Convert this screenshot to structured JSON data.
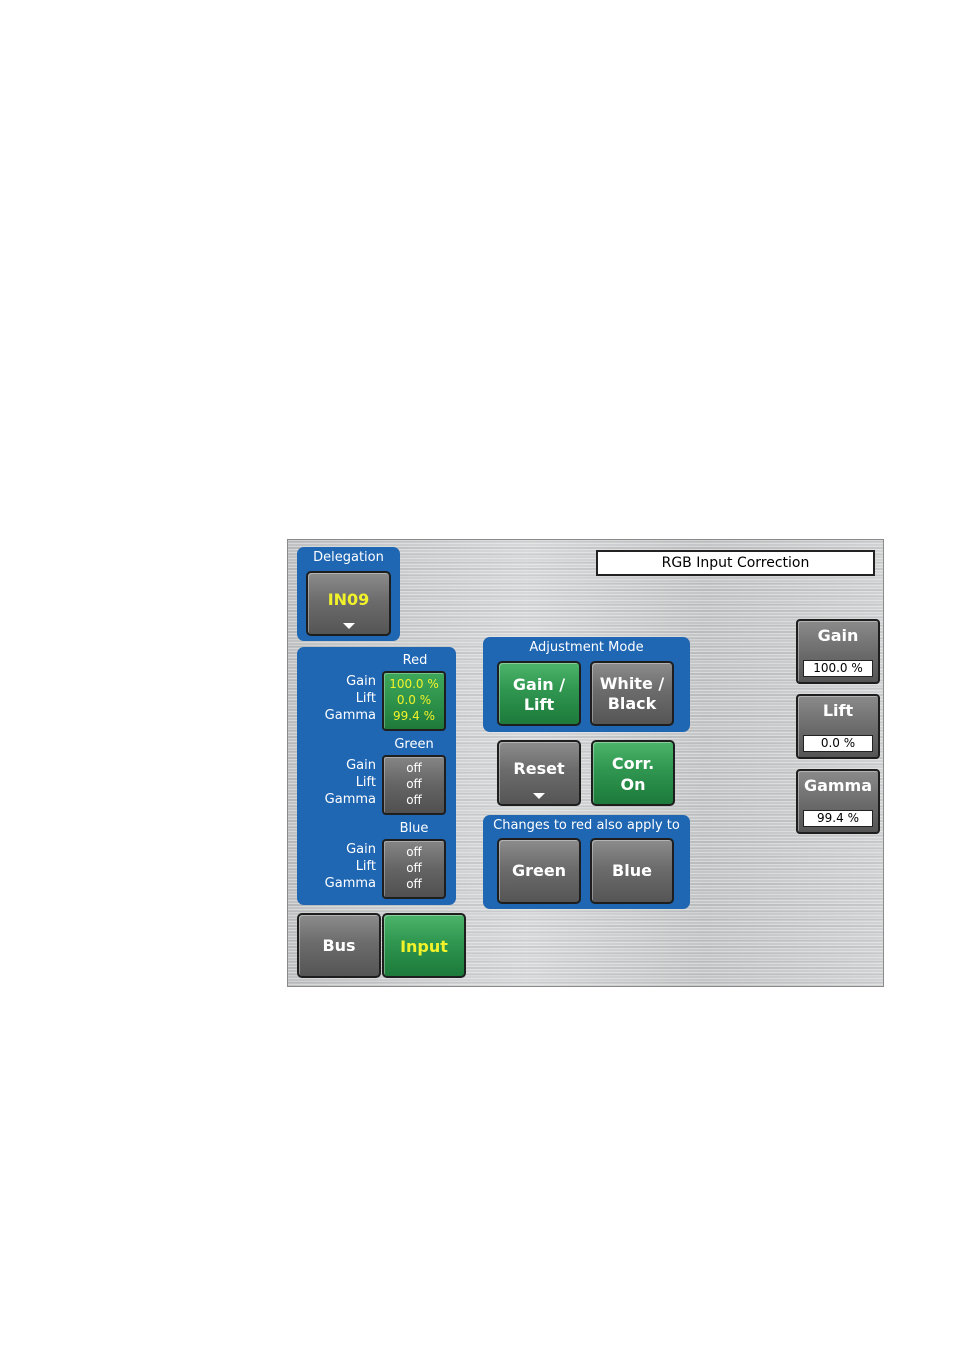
{
  "title": "RGB Input Correction",
  "delegation": {
    "title": "Delegation",
    "value": "IN09"
  },
  "channels": {
    "row_labels": [
      "Gain",
      "Lift",
      "Gamma"
    ],
    "red": {
      "title": "Red",
      "values": [
        "100.0 %",
        "0.0 %",
        "99.4 %"
      ]
    },
    "green": {
      "title": "Green",
      "values": [
        "off",
        "off",
        "off"
      ]
    },
    "blue": {
      "title": "Blue",
      "values": [
        "off",
        "off",
        "off"
      ]
    }
  },
  "adjustment_mode": {
    "title": "Adjustment Mode",
    "gain_lift": [
      "Gain /",
      "Lift"
    ],
    "white_black": [
      "White /",
      "Black"
    ]
  },
  "reset_label": "Reset",
  "corr": [
    "Corr.",
    "On"
  ],
  "apply": {
    "title": "Changes to red also apply to",
    "green": "Green",
    "blue": "Blue"
  },
  "bottom": {
    "bus": "Bus",
    "input": "Input"
  },
  "params": {
    "gain": {
      "label": "Gain",
      "value": "100.0 %"
    },
    "lift": {
      "label": "Lift",
      "value": "0.0 %"
    },
    "gamma": {
      "label": "Gamma",
      "value": "99.4 %"
    }
  },
  "colors": {
    "panel_blue": "#1f66b3",
    "active_green": "#2f9650",
    "highlight_yellow": "#f2f22a"
  }
}
